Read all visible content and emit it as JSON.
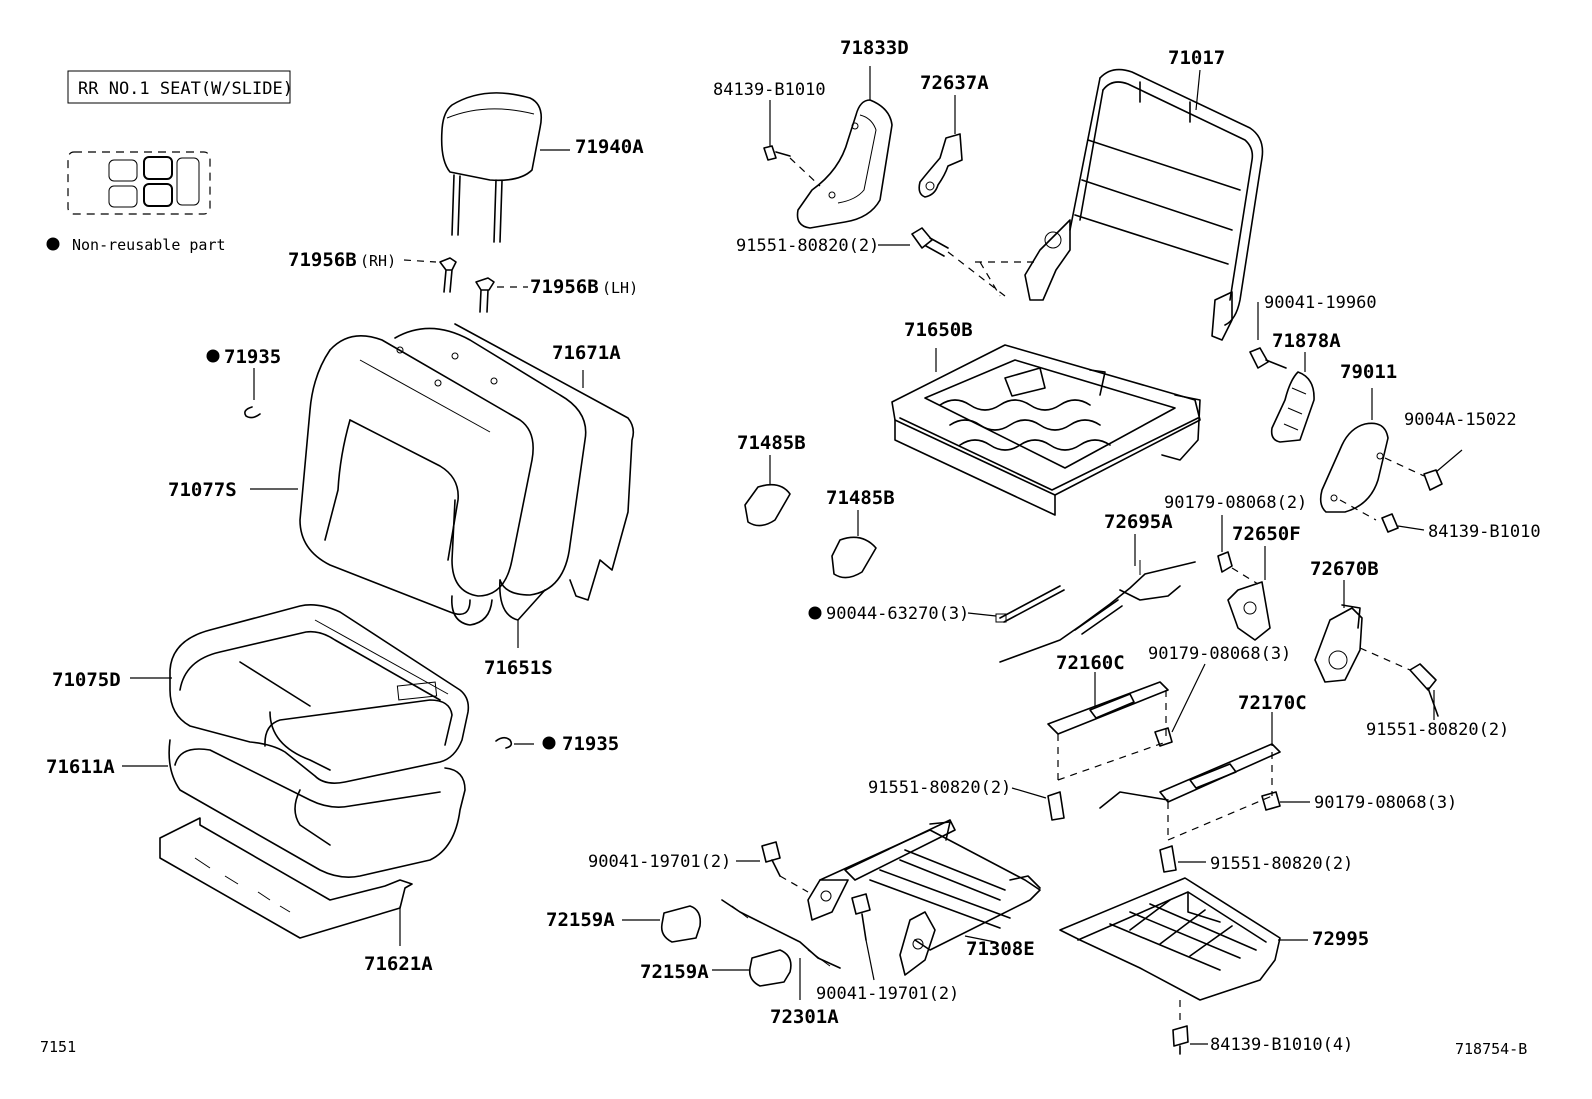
{
  "title_box": "RR NO.1 SEAT(W/SLIDE)",
  "legend": {
    "bullet_text": "Non-reusable part"
  },
  "footer": {
    "left_code": "7151",
    "right_code": "718754-B"
  },
  "parts": {
    "p71940A": "71940A",
    "p71956B_rh": "71956B",
    "p71956B_rh_suffix": "(RH)",
    "p71956B_lh": "71956B",
    "p71956B_lh_suffix": "(LH)",
    "p71935_a": "71935",
    "p71935_b": "71935",
    "p71671A": "71671A",
    "p71077S": "71077S",
    "p71651S": "71651S",
    "p71075D": "71075D",
    "p71611A": "71611A",
    "p71621A": "71621A",
    "p71833D": "71833D",
    "p84139_B1010_top": "84139-B1010",
    "p72637A": "72637A",
    "p71017": "71017",
    "p91551_80820_top": "91551-80820(2)",
    "p90041_19960": "90041-19960",
    "p71650B": "71650B",
    "p71878A": "71878A",
    "p79011": "79011",
    "p9004A_15022": "9004A-15022",
    "p71485B_a": "71485B",
    "p71485B_b": "71485B",
    "p90179_08068_a": "90179-08068(2)",
    "p72650F": "72650F",
    "p84139_B1010_right": "84139-B1010",
    "p72695A": "72695A",
    "p72670B": "72670B",
    "p90044_63270": "90044-63270(3)",
    "p72160C": "72160C",
    "p90179_08068_b": "90179-08068(3)",
    "p91551_80820_right": "91551-80820(2)",
    "p72170C": "72170C",
    "p91551_80820_mid": "91551-80820(2)",
    "p90179_08068_c": "90179-08068(3)",
    "p90041_19701_a": "90041-19701(2)",
    "p91551_80820_low": "91551-80820(2)",
    "p72159A_a": "72159A",
    "p72995": "72995",
    "p71308E": "71308E",
    "p72159A_b": "72159A",
    "p90041_19701_b": "90041-19701(2)",
    "p72301A": "72301A",
    "p84139_B1010_bottom": "84139-B1010(4)"
  }
}
